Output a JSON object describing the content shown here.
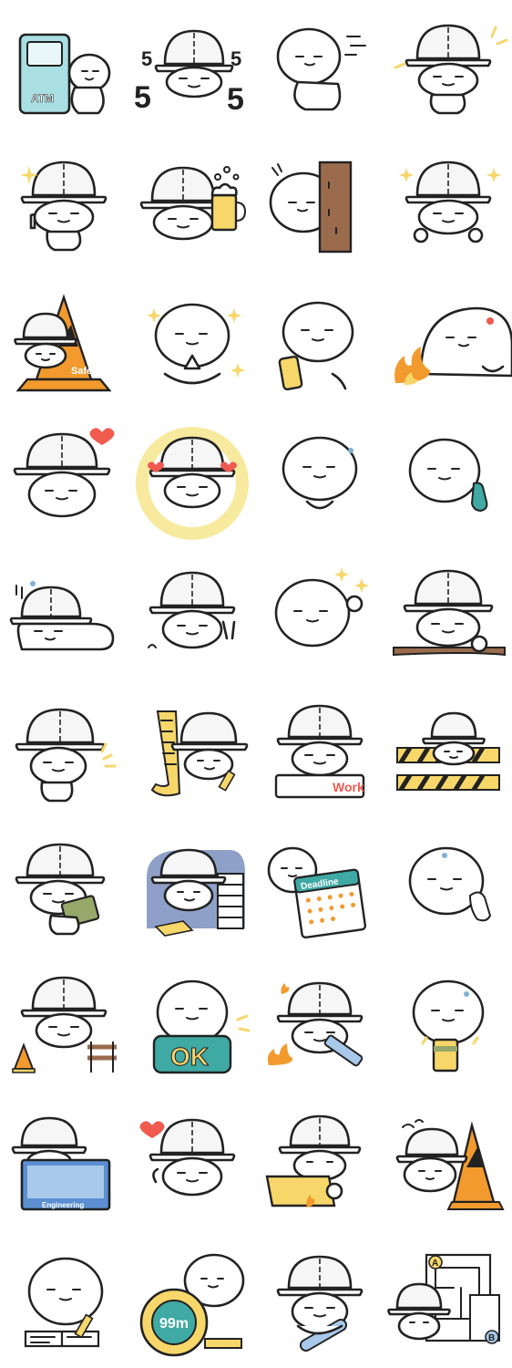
{
  "colors": {
    "ink": "#222222",
    "atm": "#a9dfe2",
    "yellow": "#f7d66a",
    "orange": "#f29a2e",
    "red": "#f05a4f",
    "blue": "#5b8fd1",
    "teal": "#3fa9a4",
    "brown": "#9a6b4d",
    "sky": "#a9c9ea",
    "green": "#97a96a",
    "purple": "#8fa0c8"
  },
  "stickers": [
    {
      "id": 1,
      "icon": "atm-icon",
      "labels": [
        "ATM"
      ]
    },
    {
      "id": 2,
      "icon": "five-five-icon",
      "labels": [
        "5",
        "5",
        "5",
        "5"
      ]
    },
    {
      "id": 3,
      "icon": "running-icon",
      "labels": []
    },
    {
      "id": 4,
      "icon": "sparkle-icon",
      "labels": []
    },
    {
      "id": 5,
      "icon": "pointing-icon",
      "labels": []
    },
    {
      "id": 6,
      "icon": "beer-icon",
      "labels": []
    },
    {
      "id": 7,
      "icon": "door-peek-icon",
      "labels": []
    },
    {
      "id": 8,
      "icon": "fist-pump-icon",
      "labels": []
    },
    {
      "id": 9,
      "icon": "traffic-cone-icon",
      "labels": [
        "Safety"
      ]
    },
    {
      "id": 10,
      "icon": "praying-icon",
      "labels": []
    },
    {
      "id": 11,
      "icon": "phone-icon",
      "labels": []
    },
    {
      "id": 12,
      "icon": "fire-icon",
      "labels": []
    },
    {
      "id": 13,
      "icon": "heart-icon",
      "labels": []
    },
    {
      "id": 14,
      "icon": "hearts-icon",
      "labels": []
    },
    {
      "id": 15,
      "icon": "finger-heart-icon",
      "labels": []
    },
    {
      "id": 16,
      "icon": "telephone-icon",
      "labels": []
    },
    {
      "id": 17,
      "icon": "lying-down-icon",
      "labels": []
    },
    {
      "id": 18,
      "icon": "peace-sign-icon",
      "labels": []
    },
    {
      "id": 19,
      "icon": "ok-hand-icon",
      "labels": []
    },
    {
      "id": 20,
      "icon": "desk-icon",
      "labels": []
    },
    {
      "id": 21,
      "icon": "salute-icon",
      "labels": []
    },
    {
      "id": 22,
      "icon": "long-list-icon",
      "labels": []
    },
    {
      "id": 23,
      "icon": "work-sign-icon",
      "labels": [
        "Work"
      ]
    },
    {
      "id": 24,
      "icon": "barrier-icon",
      "labels": []
    },
    {
      "id": 25,
      "icon": "money-icon",
      "labels": []
    },
    {
      "id": 26,
      "icon": "paperwork-icon",
      "labels": []
    },
    {
      "id": 27,
      "icon": "calendar-icon",
      "labels": [
        "Deadline"
      ]
    },
    {
      "id": 28,
      "icon": "towel-icon",
      "labels": []
    },
    {
      "id": 29,
      "icon": "cone-barrier-icon",
      "labels": []
    },
    {
      "id": 30,
      "icon": "ok-sign-icon",
      "labels": [
        "OK"
      ]
    },
    {
      "id": 31,
      "icon": "fire-pipe-icon",
      "labels": []
    },
    {
      "id": 32,
      "icon": "drink-icon",
      "labels": []
    },
    {
      "id": 33,
      "icon": "monitor-icon",
      "labels": [
        "Engineering"
      ]
    },
    {
      "id": 34,
      "icon": "wave-heart-icon",
      "labels": []
    },
    {
      "id": 35,
      "icon": "laptop-fire-icon",
      "labels": []
    },
    {
      "id": 36,
      "icon": "tired-cone-icon",
      "labels": []
    },
    {
      "id": 37,
      "icon": "writing-icon",
      "labels": []
    },
    {
      "id": 38,
      "icon": "tape-measure-icon",
      "labels": [
        "99m"
      ]
    },
    {
      "id": 39,
      "icon": "blueprint-roll-icon",
      "labels": []
    },
    {
      "id": 40,
      "icon": "blueprint-icon",
      "labels": [
        "A",
        "B"
      ]
    }
  ]
}
